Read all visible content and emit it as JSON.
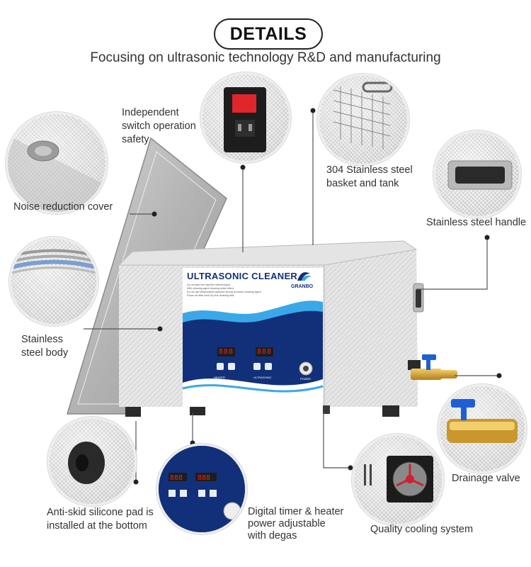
{
  "header": {
    "title": "DETAILS",
    "subtitle": "Focusing on ultrasonic technology R&D and manufacturing"
  },
  "product": {
    "panel_title": "ULTRASONIC CLEANER",
    "brand": "GRANBO",
    "warnings": [
      "Do not start the machine without liquid.",
      "With cleaning agent cleaning better effect",
      "Do not use inflammable explosive strong corrosive cleaning agent",
      "Power off after work Dry the cleaning tank"
    ],
    "display_heater": "888",
    "display_timer": "888",
    "control_labels": [
      "HEATER",
      "ULTRASONIC",
      "POWER"
    ]
  },
  "features": {
    "noise_cover": "Noise reduction cover",
    "switch": [
      "Independent",
      "switch operation",
      "safety"
    ],
    "basket": [
      "304 Stainless steel",
      "basket and tank"
    ],
    "handle": "Stainless steel handle",
    "body": [
      "Stainless",
      "steel body"
    ],
    "pad": [
      "Anti-skid silicone pad is",
      "installed at the bottom"
    ],
    "timer": [
      "Digital timer & heater",
      "power adjustable",
      "with degas"
    ],
    "cooling": "Quality cooling system",
    "drain": "Drainage valve"
  },
  "colors": {
    "panel_blue": "#12307a",
    "wave_light": "#3aa8e8",
    "switch_red": "#e0262b",
    "brass": "#c9972e",
    "valve_blue": "#1f5fd6"
  },
  "icons": [
    "switch-icon",
    "valve-icon",
    "fan-icon",
    "knob-icon",
    "wave-logo-icon"
  ]
}
